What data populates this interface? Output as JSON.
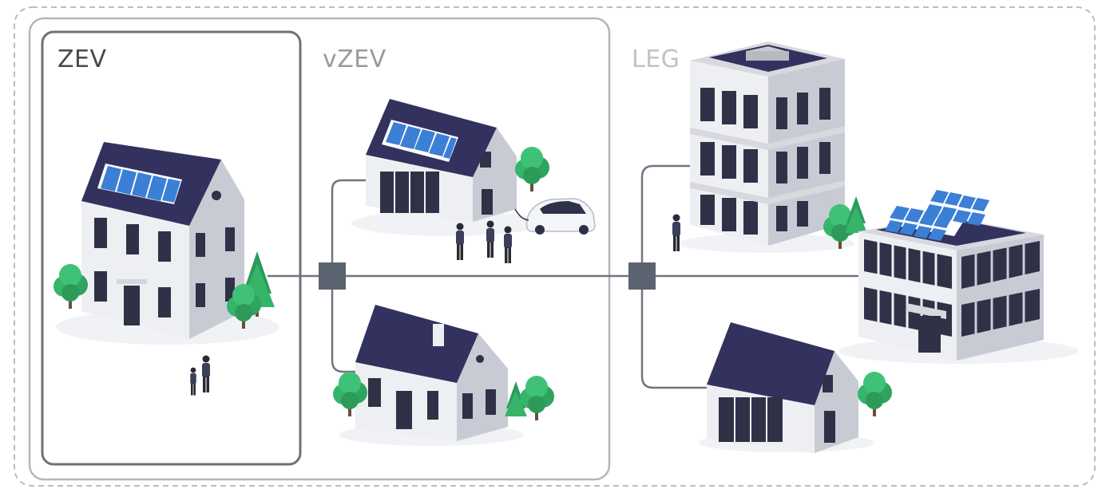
{
  "zones": {
    "zev": {
      "label": "ZEV",
      "color": "#4a4a4a"
    },
    "vzev": {
      "label": "vZEV",
      "color": "#9a9a9a"
    },
    "leg": {
      "label": "LEG",
      "color": "#c2c2c2"
    }
  },
  "colors": {
    "roof": "#33315e",
    "solar_panel": "#3b7fd6",
    "wall_light": "#eeeff3",
    "wall_shade": "#c9cbd4",
    "window": "#2f3247",
    "connector_node": "#5c6370",
    "grid_line": "#8a8f99",
    "tree": "#35b46a",
    "tree_dark": "#1f8a4f"
  },
  "icons": [
    "house-icon",
    "solar-panel-icon",
    "apartment-building-icon",
    "office-building-icon",
    "electric-car-icon",
    "tree-icon",
    "person-icon",
    "grid-connector-icon"
  ]
}
